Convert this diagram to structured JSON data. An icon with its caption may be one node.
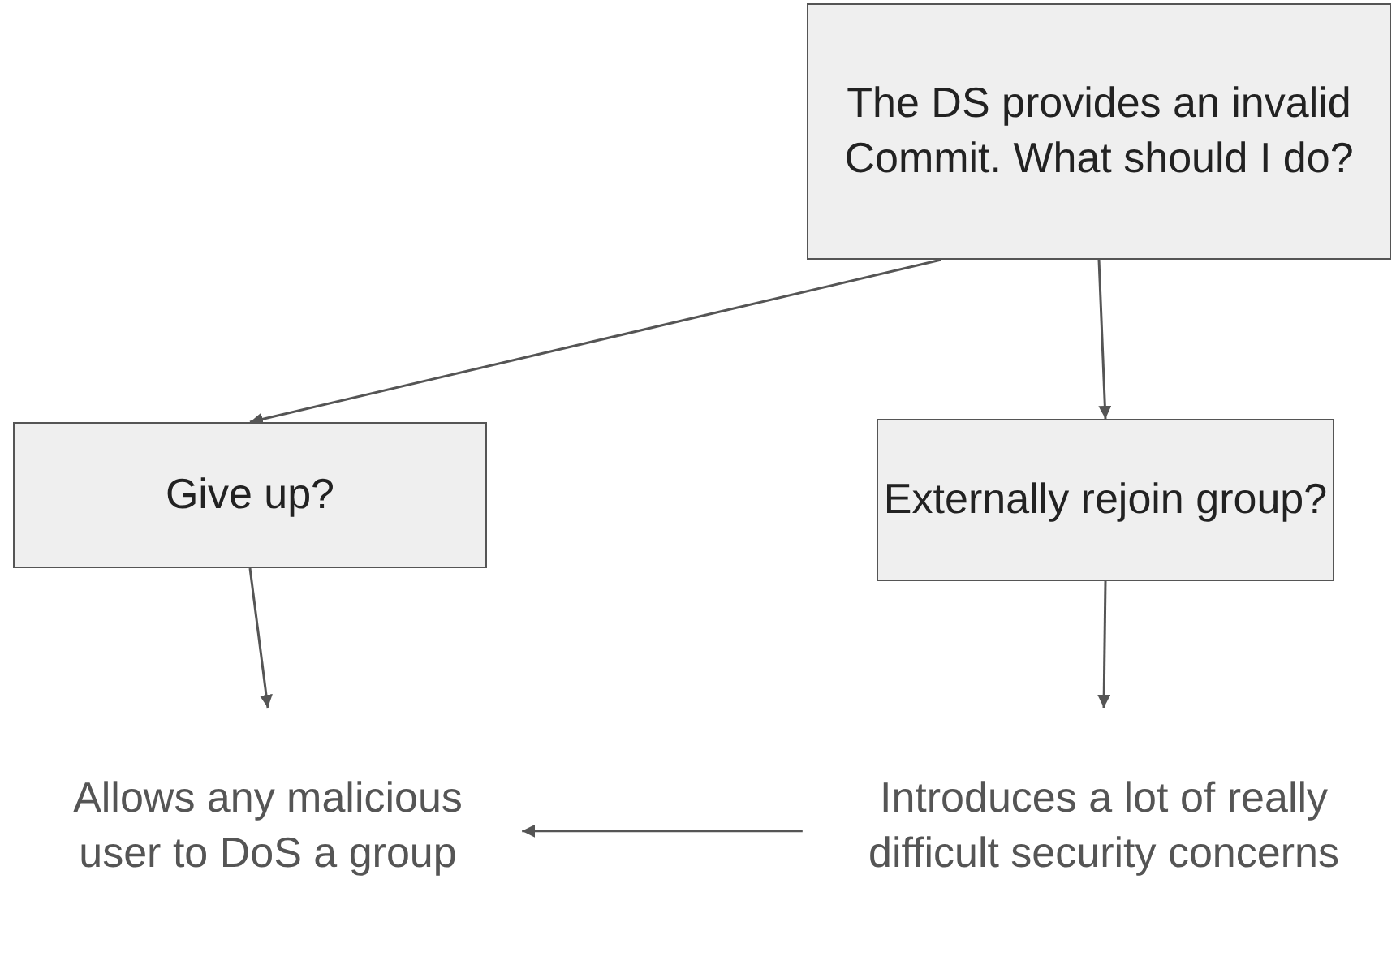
{
  "diagram": {
    "nodes": [
      {
        "text": [
          "The DS provides an invalid Commit. What should I do?"
        ]
      },
      {
        "text": [
          "Give up?"
        ]
      },
      {
        "text": [
          "Externally rejoin group?"
        ]
      },
      {
        "text": [
          "Allows any malicious user to DoS a group"
        ]
      },
      {
        "text": [
          "Introduces a lot of really difficult security concerns"
        ]
      }
    ],
    "edges": [
      {
        "from": 0,
        "to": 1,
        "arrow": "to"
      },
      {
        "from": 0,
        "to": 2,
        "arrow": "to"
      },
      {
        "from": 1,
        "to": 3,
        "arrow": "to"
      },
      {
        "from": 2,
        "to": 4,
        "arrow": "to"
      },
      {
        "from": 4,
        "to": 3,
        "arrow": "to"
      }
    ]
  }
}
